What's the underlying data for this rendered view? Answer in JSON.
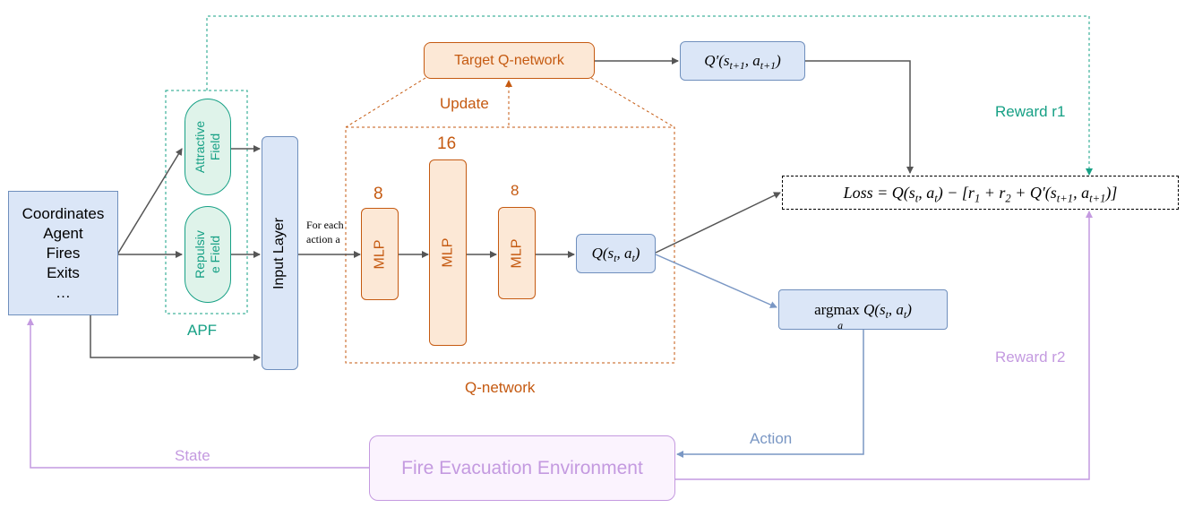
{
  "input_box": {
    "lines": [
      "Coordinates",
      "Agent",
      "Fires",
      "Exits",
      "…"
    ]
  },
  "apf": {
    "label": "APF",
    "attractive": [
      "Attractive",
      "Field"
    ],
    "repulsive": [
      "Repulsiv",
      "e Field"
    ]
  },
  "input_layer": {
    "label": "Input Layer"
  },
  "for_each": [
    "For each",
    "action a"
  ],
  "qnet": {
    "label": "Q-network",
    "layers": [
      {
        "size": "8",
        "label": "MLP"
      },
      {
        "size": "16",
        "label": "MLP"
      },
      {
        "size": "8",
        "label": "MLP"
      }
    ]
  },
  "target": {
    "label": "Target Q-network",
    "update": "Update"
  },
  "q_out": {
    "text": "Q(s_t, a_t)"
  },
  "q_prime": {
    "text": "Q′(s_{t+1}, a_{t+1})"
  },
  "argmax": {
    "text": "argmax_a Q(s_t, a_t)"
  },
  "loss": {
    "text": "Loss = Q(s_t, a_t) − [r_1 + r_2 + Q′(s_{t+1}, a_{t+1})]"
  },
  "reward_r1": "Reward r1",
  "reward_r2": "Reward r2",
  "action": "Action",
  "state": "State",
  "environment": "Fire Evacuation Environment",
  "colors": {
    "orange": "#c55a11",
    "green": "#16a085",
    "purple": "#c49ae0",
    "blue_arrow": "#7a97c4",
    "gray_arrow": "#555555"
  }
}
